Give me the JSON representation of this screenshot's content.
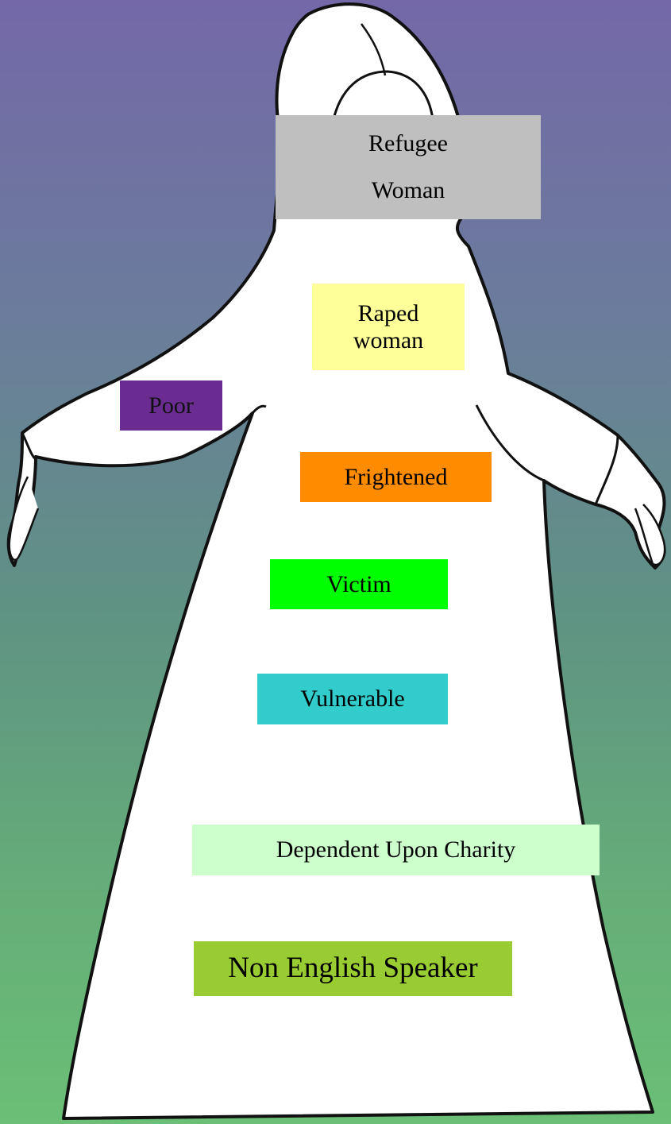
{
  "labels": {
    "refugee_woman": {
      "line1": "Refugee",
      "line2": "Woman",
      "color": "#bfbfbf"
    },
    "raped_woman": {
      "line1": "Raped",
      "line2": "woman",
      "color": "#ffff99"
    },
    "poor": {
      "text": "Poor",
      "color": "#6a2c91"
    },
    "frightened": {
      "text": "Frightened",
      "color": "#ff8c00"
    },
    "victim": {
      "text": "Victim",
      "color": "#00ff00"
    },
    "vulnerable": {
      "text": "Vulnerable",
      "color": "#33cccc"
    },
    "dependent": {
      "text": "Dependent Upon Charity",
      "color": "#ccffcc"
    },
    "non_english": {
      "text": "Non English Speaker",
      "color": "#99cc33"
    }
  },
  "background": {
    "top_color": "#7468a8",
    "bottom_color": "#6bbf76"
  },
  "figure": {
    "fill": "#ffffff",
    "outline": "#111111"
  }
}
